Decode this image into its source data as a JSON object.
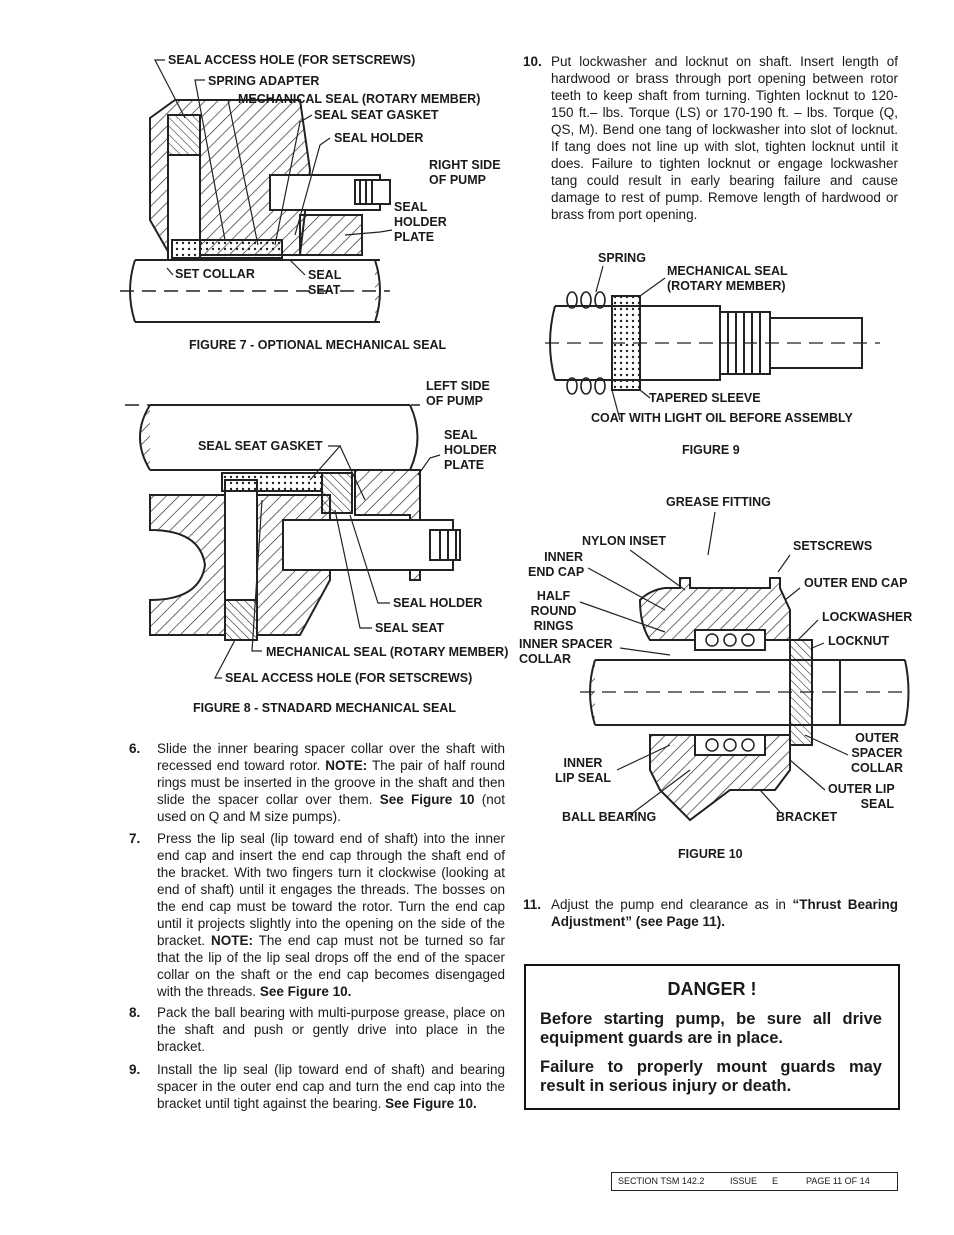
{
  "figure7": {
    "caption": "FIGURE 7 - OPTIONAL MECHANICAL SEAL",
    "labels": {
      "seal_access_hole": "SEAL ACCESS HOLE (FOR SETSCREWS)",
      "spring_adapter": "SPRING ADAPTER",
      "mech_seal_rotary": "MECHANICAL SEAL (ROTARY MEMBER)",
      "seal_seat_gasket": "SEAL SEAT GASKET",
      "seal_holder": "SEAL HOLDER",
      "right_side_1": "RIGHT SIDE",
      "right_side_2": "OF PUMP",
      "holder_plate_1": "SEAL",
      "holder_plate_2": "HOLDER",
      "holder_plate_3": "PLATE",
      "set_collar": "SET COLLAR",
      "seal_seat_1": "SEAL",
      "seal_seat_2": "SEAT"
    }
  },
  "figure8": {
    "caption": "FIGURE 8 - STNADARD MECHANICAL SEAL",
    "labels": {
      "left_side_1": "LEFT SIDE",
      "left_side_2": "OF PUMP",
      "seal_seat_gasket": "SEAL SEAT GASKET",
      "holder_plate_1": "SEAL",
      "holder_plate_2": "HOLDER",
      "holder_plate_3": "PLATE",
      "seal_holder": "SEAL HOLDER",
      "seal_seat": "SEAL SEAT",
      "mech_seal_rotary": "MECHANICAL SEAL (ROTARY MEMBER)",
      "seal_access_hole": "SEAL ACCESS HOLE (FOR SETSCREWS)"
    }
  },
  "figure9": {
    "caption": "FIGURE 9",
    "labels": {
      "spring": "SPRING",
      "mech_seal_1": "MECHANICAL SEAL",
      "mech_seal_2": "(ROTARY MEMBER)",
      "tapered_sleeve": "TAPERED SLEEVE",
      "coat_oil": "COAT WITH LIGHT OIL BEFORE ASSEMBLY"
    }
  },
  "figure10": {
    "caption": "FIGURE 10",
    "labels": {
      "grease_fitting": "GREASE FITTING",
      "nylon_inset": "NYLON INSET",
      "setscrews": "SETSCREWS",
      "inner_end_cap_1": "INNER",
      "inner_end_cap_2": "END CAP",
      "outer_end_cap": "OUTER END CAP",
      "half_round_1": "HALF",
      "half_round_2": "ROUND",
      "half_round_3": "RINGS",
      "lockwasher": "LOCKWASHER",
      "inner_spacer_1": "INNER SPACER",
      "inner_spacer_2": "COLLAR",
      "locknut": "LOCKNUT",
      "outer_spacer_1": "OUTER",
      "outer_spacer_2": "SPACER",
      "outer_spacer_3": "COLLAR",
      "inner_lip_1": "INNER",
      "inner_lip_2": "LIP SEAL",
      "outer_lip_1": "OUTER LIP",
      "outer_lip_2": "SEAL",
      "ball_bearing": "BALL BEARING",
      "bracket": "BRACKET"
    }
  },
  "steps": {
    "s6": {
      "num": "6.",
      "a": "Slide the inner bearing spacer collar over the shaft with recessed end toward rotor.",
      "note_label": "NOTE:",
      "b": "The pair of half round rings must be inserted in the groove in the shaft and then slide the spacer collar over them.",
      "see": "See Figure 10",
      "c": "(not used on Q and M size pumps)."
    },
    "s7": {
      "num": "7.",
      "a": "Press the lip seal (lip toward end of shaft) into the inner end cap and insert the end cap through the shaft end of the bracket. With two fingers turn it clockwise (looking at end of shaft) until it engages the threads. The bosses on the end cap must be toward the rotor. Turn the end cap until it projects slightly into the opening on the side of the bracket.",
      "note_label": "NOTE:",
      "b": "The end cap must not be turned so far that the lip of the lip seal drops off the end of the spacer collar on the shaft or the end cap becomes disengaged with the threads.",
      "see": "See Figure 10."
    },
    "s8": {
      "num": "8.",
      "a": "Pack the ball bearing with multi-purpose grease, place on the shaft and push or gently drive into place in the bracket."
    },
    "s9": {
      "num": "9.",
      "a": "Install the lip seal (lip toward end of shaft) and bearing spacer in the outer end cap and turn the end cap into the bracket until tight against the bearing.",
      "see": "See Figure 10."
    },
    "s10": {
      "num": "10.",
      "a": "Put lockwasher and locknut on shaft. Insert length of hardwood or brass through port opening between rotor teeth to keep shaft from turning. Tighten locknut to 120-150 ft.– lbs. Torque (LS) or 170-190 ft. – lbs. Torque (Q, QS, M). Bend one tang of lockwasher into slot of locknut. If tang does not line up with slot, tighten locknut until it does. Failure to tighten locknut or engage lockwasher tang could result in early bearing failure and cause damage to rest of pump. Remove length of hardwood or brass from port opening."
    },
    "s11": {
      "num": "11.",
      "a": "Adjust the pump end clearance as in",
      "ref": "“Thrust Bearing Adjustment” (see Page 11)."
    }
  },
  "danger": {
    "title": "DANGER !",
    "p1": "Before starting pump, be sure all drive equipment guards are in place.",
    "p2": "Failure to properly mount guards may result in serious injury or death."
  },
  "footer": {
    "section": "SECTION  TSM  142.2",
    "issue": "ISSUE",
    "issue_val": "E",
    "page": "PAGE  11  OF  14"
  }
}
